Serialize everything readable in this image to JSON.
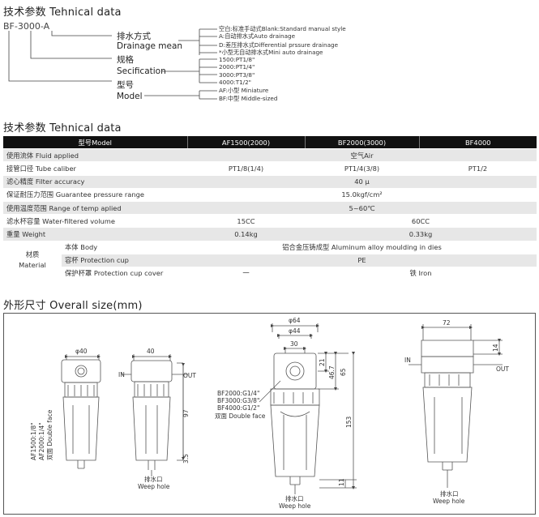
{
  "section1": {
    "title": "技术参数 Tehnical data"
  },
  "model_code": {
    "part1": "BF",
    "part2": "-3000",
    "part3": "-A"
  },
  "model_labels": {
    "drain_cn": "排水方式",
    "drain_en": "Drainage mean",
    "spec_cn": "规格",
    "spec_en": "Secification",
    "type_cn": "型号",
    "type_en": "Model"
  },
  "drain_options": [
    "空白:标准手动式Blank:Standard manual style",
    "A:自动排水式Auto drainage",
    "D:差压排水式Differential prssure drainage",
    "*小型无自动排水式Mini auto drainage"
  ],
  "spec_options": [
    "1500:PT1/8\"",
    "2000:PT1/4\"",
    "3000:PT3/8\"",
    "4000:T1/2\""
  ],
  "type_options": [
    "AF:小型 Miniature",
    "BF:中型 Middle-sized"
  ],
  "section2": {
    "title": "技术参数 Tehnical data"
  },
  "table": {
    "headers": [
      "型号Model",
      "AF1500(2000)",
      "BF2000(3000)",
      "BF4000"
    ],
    "fluid": {
      "label_cn": "使用流体",
      "label_en": "Fluid applied",
      "value": "空气Air"
    },
    "tube": {
      "label_cn": "接管口径",
      "label_en": "Tube caliber",
      "v1": "PT1/8(1/4)",
      "v2": "PT1/4(3/8)",
      "v3": "PT1/2"
    },
    "filter": {
      "label_cn": "滤心精度",
      "label_en": "Filter accuracy",
      "value": "40 μ"
    },
    "pressure": {
      "label_cn": "保证耐压力范围",
      "label_en": "Guarantee pressure range",
      "value": "15.0kgf/cm²"
    },
    "temp": {
      "label_cn": "使用温度范围",
      "label_en": "Range of temp aplied",
      "value": "5~60℃"
    },
    "volume": {
      "label_cn": "滤水杯容量",
      "label_en": "Water-filtered volume",
      "v1": "15CC",
      "v2": "60CC"
    },
    "weight": {
      "label_cn": "重量",
      "label_en": "Weight",
      "v1": "0.14kg",
      "v2": "0.33kg"
    },
    "material": {
      "label_cn": "材质",
      "label_en": "Material"
    },
    "body": {
      "label_cn": "本体",
      "label_en": "Body",
      "value": "铝合金压铸成型 Aluminum alloy moulding in dies"
    },
    "cup": {
      "label_cn": "容杯",
      "label_en": "Protection cup",
      "value": "PE"
    },
    "cover": {
      "label_cn": "保护杯罩",
      "label_en": "Protection cup cover",
      "v1": "一",
      "v2": "铁 Iron"
    }
  },
  "section3": {
    "title": "外形尺寸 Overall size(mm)"
  },
  "drawing": {
    "d_phi40": "φ40",
    "d_40": "40",
    "d_97": "97",
    "d_35": "3.5",
    "port_af": [
      "AF1500:1/8\"",
      "AF2000:1/4\"",
      "双面 Double face"
    ],
    "in_label": "IN",
    "out_label": "OUT",
    "weep_cn": "排水口",
    "weep_en": "Weep hole",
    "d_phi64": "φ64",
    "d_phi44": "φ44",
    "d_30": "30",
    "d_21": "21",
    "d_467": "46.7",
    "d_65": "65",
    "d_153": "153",
    "d_11": "11",
    "port_bf": [
      "BF2000:G1/4\"",
      "BF3000:G3/8\"",
      "BF4000:G1/2\"",
      "双面 Double face"
    ],
    "d_72": "72",
    "d_14": "14"
  }
}
